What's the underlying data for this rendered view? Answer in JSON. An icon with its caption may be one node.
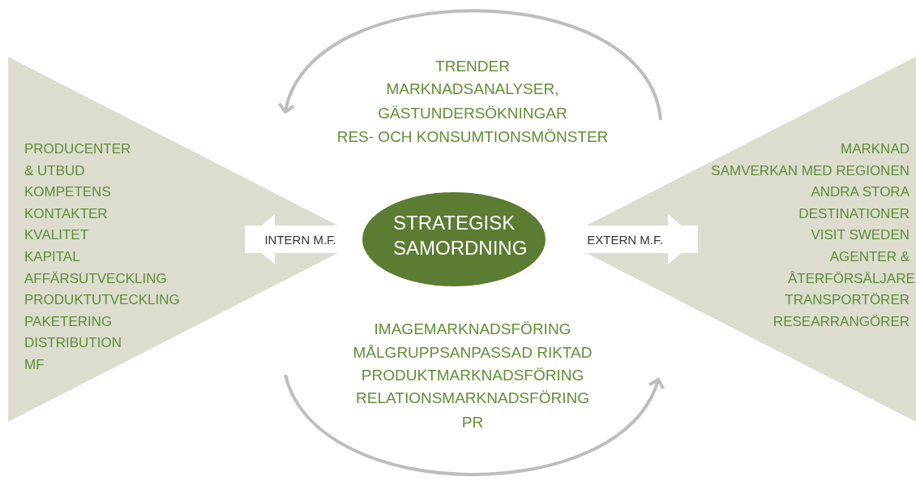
{
  "diagram": {
    "nodes": [
      {
        "text": [
          "PRODUCENTER & UTBUD",
          "KOMPETENS",
          "KONTAKTER",
          "KVALITET",
          "KAPITAL",
          "AFFÄRSUTVECKLING",
          "PRODUKTUTVECKLING",
          "PAKETERING",
          "DISTRIBUTION",
          "MF"
        ]
      },
      {
        "text": [
          "MARKNAD",
          "SAMVERKAN MED REGIONEN",
          "ANDRA STORA DESTINATIONER",
          "VISIT SWEDEN",
          "AGENTER & ÅTERFÖRSÄLJARE",
          "TRANSPORTÖRER",
          "RESEARRANGÖRER"
        ]
      },
      {
        "text": [
          "STRATEGISK SAMORDNING"
        ]
      }
    ],
    "edges": [
      {
        "from": 2,
        "to": 0,
        "arrow": "to",
        "label": "INTERN M.F.",
        "color": "#ffffff"
      },
      {
        "from": 2,
        "to": 1,
        "arrow": "to",
        "label": "EXTERN M.F.",
        "color": "#ffffff"
      }
    ],
    "labels": [
      "TRENDER",
      "MARKNADSANALYSER, GÄSTUNDERSÖKNINGAR",
      "RES- OCH KONSUMTIONSMÖNSTER",
      "IMAGEMARKNADSFÖRING",
      "MÅLGRUPPSANPASSAD RIKTAD",
      "PRODUKTMARKNADSFÖRING",
      "RELATIONSMARKNADSFÖRING",
      "PR"
    ]
  }
}
